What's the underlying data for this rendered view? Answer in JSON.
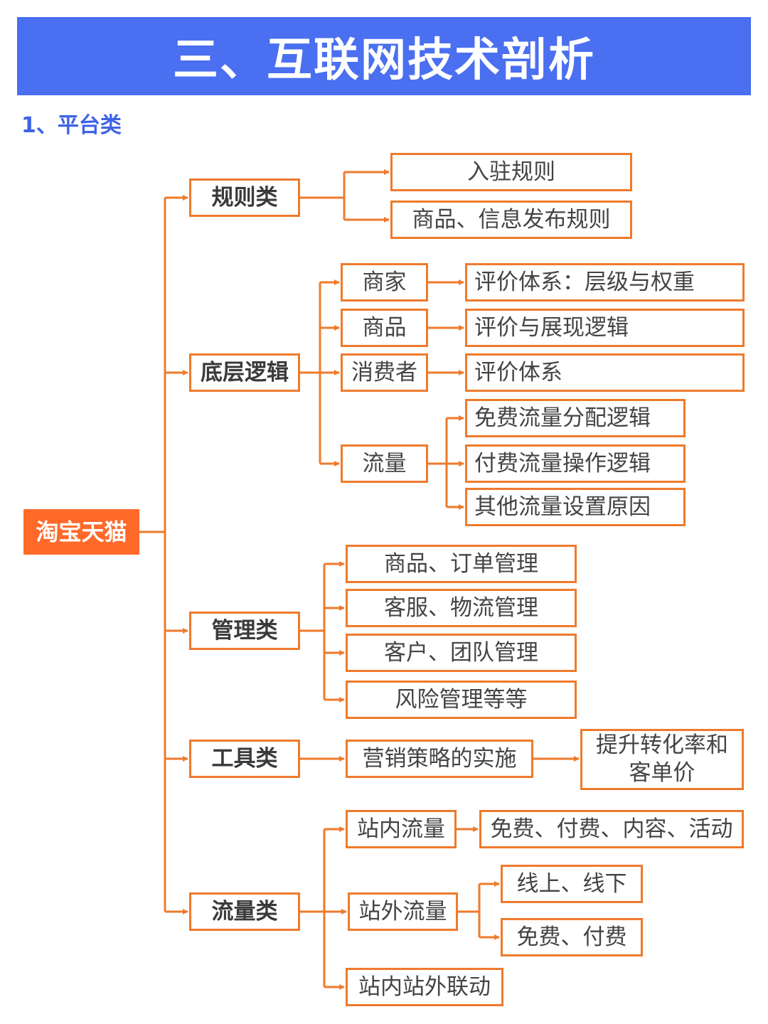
{
  "header": {
    "title": "三、互联网技术剖析",
    "section": "1、平台类"
  },
  "colors": {
    "banner": "#4a6ff0",
    "section_title": "#3f63e6",
    "accent": "#ef7a2b",
    "root_fill": "#ff6a2a"
  },
  "tree": {
    "root": "淘宝天猫",
    "rules": {
      "label": "规则类",
      "children": [
        "入驻规则",
        "商品、信息发布规则"
      ]
    },
    "logic": {
      "label": "底层逻辑",
      "merchant": {
        "label": "商家",
        "detail": "评价体系：层级与权重"
      },
      "product": {
        "label": "商品",
        "detail": "评价与展现逻辑"
      },
      "consumer": {
        "label": "消费者",
        "detail": "评价体系"
      },
      "traffic": {
        "label": "流量",
        "children": [
          "免费流量分配逻辑",
          "付费流量操作逻辑",
          "其他流量设置原因"
        ]
      }
    },
    "management": {
      "label": "管理类",
      "children": [
        "商品、订单管理",
        "客服、物流管理",
        "客户、团队管理",
        "风险管理等等"
      ]
    },
    "tools": {
      "label": "工具类",
      "child": "营销策略的实施",
      "result_line1": "提升转化率和",
      "result_line2": "客单价"
    },
    "traffic": {
      "label": "流量类",
      "onsite": {
        "label": "站内流量",
        "detail": "免费、付费、内容、活动"
      },
      "offsite": {
        "label": "站外流量",
        "children": [
          "线上、线下",
          "免费、付费"
        ]
      },
      "linkage": {
        "label": "站内站外联动"
      }
    }
  }
}
